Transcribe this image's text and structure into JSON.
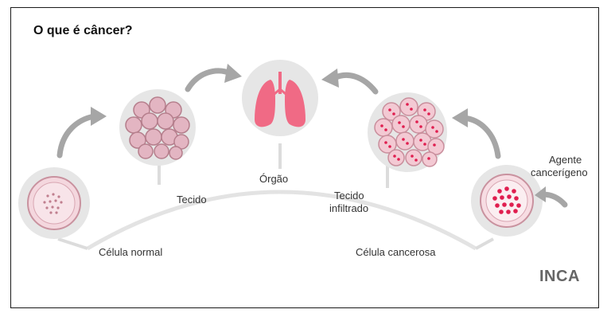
{
  "title": "O que é câncer?",
  "stages": {
    "celula_normal": "Célula normal",
    "tecido": "Tecido",
    "orgao": "Órgão",
    "tecido_infiltrado_line1": "Tecido",
    "tecido_infiltrado_line2": "infiltrado",
    "celula_cancerosa": "Célula cancerosa"
  },
  "agent": {
    "line1": "Agente",
    "line2": "cancerígeno"
  },
  "logo": "INCA",
  "colors": {
    "normal_cell": "#e8b9c6",
    "cancer_dot": "#e01e4f",
    "lung": "#f06a85",
    "arrow": "#a6a6a6",
    "bubble": "#e6e6e6"
  }
}
